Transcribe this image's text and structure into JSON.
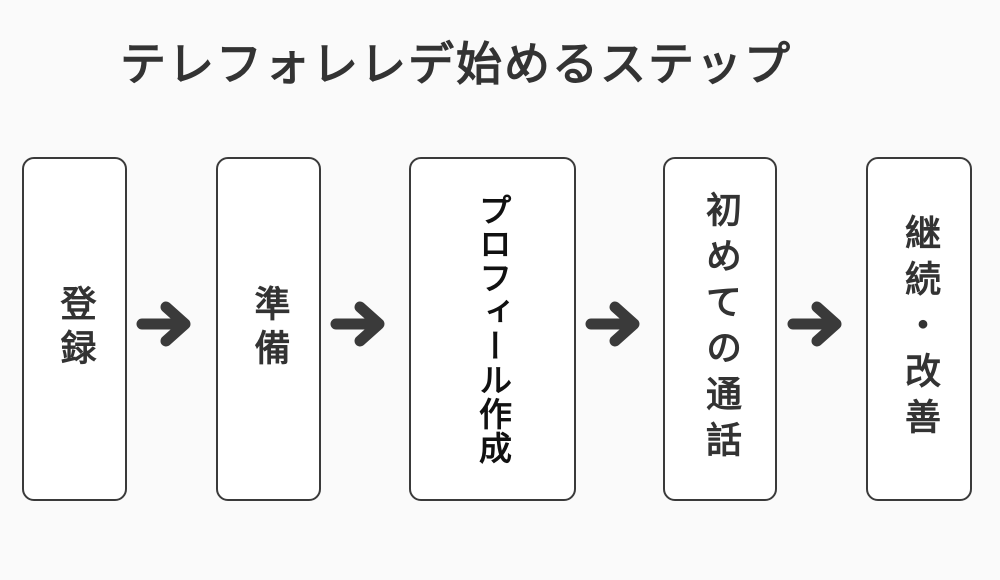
{
  "title": "テレフォレレデ始めるステップ",
  "steps": [
    {
      "label": "登録"
    },
    {
      "label": "準備"
    },
    {
      "label": "プロフィール作成"
    },
    {
      "label": "初めての通話"
    },
    {
      "label": "継続・改善"
    }
  ],
  "colors": {
    "background": "#fafafa",
    "box_border": "#3a3a3a",
    "arrow": "#3a3a3a",
    "text": "#333333"
  }
}
